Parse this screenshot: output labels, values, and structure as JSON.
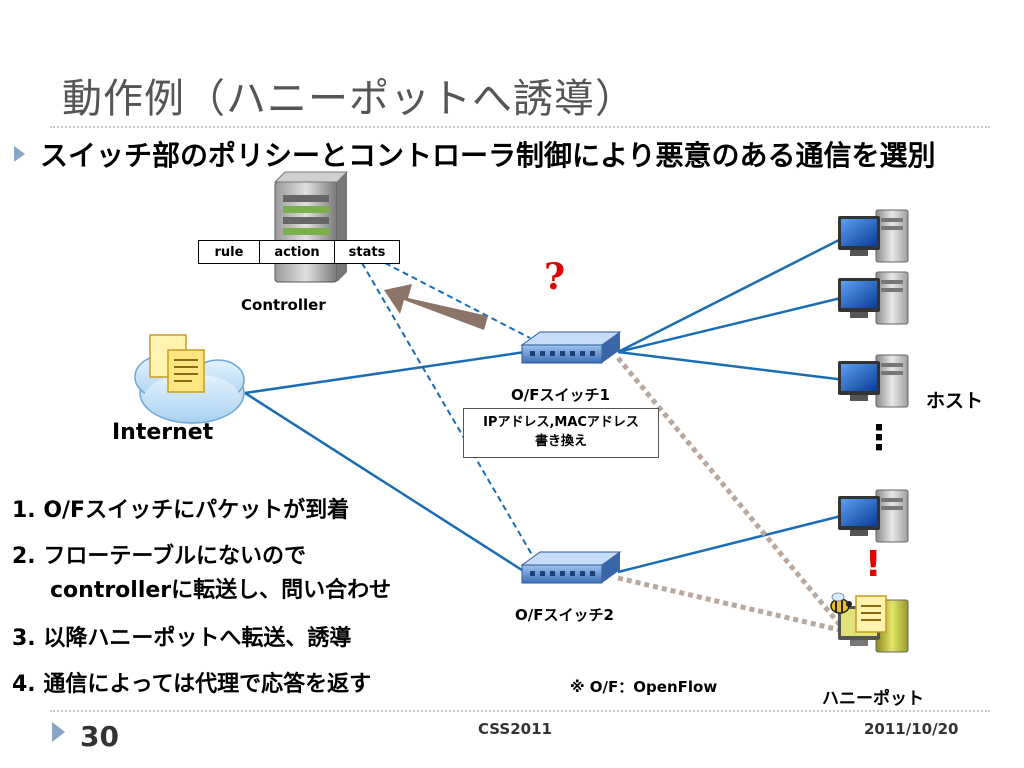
{
  "slide": {
    "title": "動作例（ハニーポットへ誘導）",
    "bullet": "スイッチ部のポリシーとコントローラ制御により悪意のある通信を選別"
  },
  "diagram": {
    "table_headers": [
      "rule",
      "action",
      "stats"
    ],
    "controller_label": "Controller",
    "internet_label": "Internet",
    "switch1_label": "O/Fスイッチ1",
    "switch2_label": "O/Fスイッチ2",
    "note_line1": "IPアドレス,MACアドレス",
    "note_line2": "書き換え",
    "host_label": "ホスト",
    "honeypot_label": "ハニーポット",
    "question_mark": "?",
    "exclamation_mark": "!",
    "ellipsis": "⋮",
    "footnote": "※ O/F：OpenFlow",
    "colors": {
      "link": "#1a6db5",
      "dashed_link": "#1a6db5",
      "honeypot_path": "#b8a89e",
      "arrow": "#8c7468",
      "mark": "#e00000"
    }
  },
  "steps": [
    "1. O/Fスイッチにパケットが到着",
    "2. フローテーブルにないので",
    "controllerに転送し、問い合わせ",
    "3. 以降ハニーポットへ転送、誘導",
    "4. 通信によっては代理で応答を返す"
  ],
  "footer": {
    "page": "30",
    "conference": "CSS2011",
    "date": "2011/10/20"
  }
}
